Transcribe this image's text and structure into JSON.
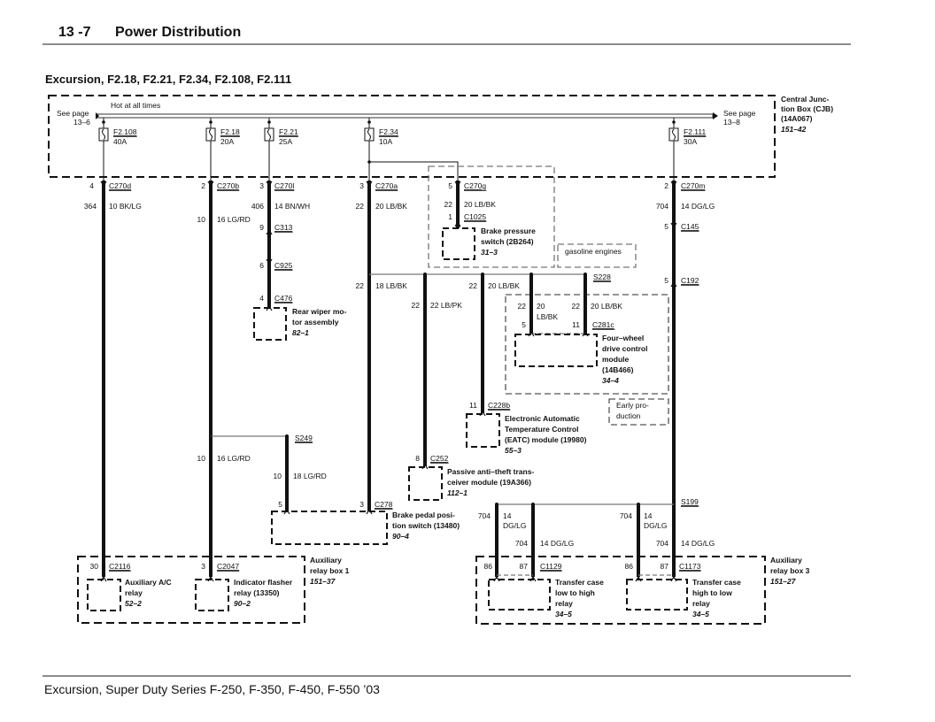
{
  "header": {
    "page_number": "13 -7",
    "title": "Power Distribution"
  },
  "subtitle": "Excursion, F2.18, F2.21, F2.34, F2.108, F2.111",
  "footer": "Excursion, Super Duty Series F-250, F-350, F-450, F-550 ’03",
  "cjb": {
    "bus_label": "Hot at all times",
    "see_left": [
      "See page",
      "13–6"
    ],
    "see_right": [
      "See page",
      "13–8"
    ],
    "name": [
      "Central Junc-",
      "tion Box (CJB)",
      "(14A067)"
    ],
    "ref": "151–42"
  },
  "fuses": [
    {
      "id": "F2.108",
      "rating": "40A"
    },
    {
      "id": "F2.18",
      "rating": "20A"
    },
    {
      "id": "F2.21",
      "rating": "25A"
    },
    {
      "id": "F2.34",
      "rating": "10A"
    },
    {
      "id": "F2.111",
      "rating": "30A"
    }
  ],
  "connectors": {
    "c270d": {
      "pin": "4",
      "name": "C270d"
    },
    "c270b": {
      "pin": "2",
      "name": "C270b"
    },
    "c270l": {
      "pin": "3",
      "name": "C270l"
    },
    "c270a": {
      "pin": "3",
      "name": "C270a"
    },
    "c270g": {
      "pin": "5",
      "name": "C270g"
    },
    "c270m": {
      "pin": "2",
      "name": "C270m"
    },
    "c1025": {
      "pin": "1",
      "name": "C1025"
    },
    "c313": {
      "pin": "9",
      "name": "C313"
    },
    "c925": {
      "pin": "6",
      "name": "C925"
    },
    "c476": {
      "pin": "4",
      "name": "C476"
    },
    "c145": {
      "pin": "5",
      "name": "C145"
    },
    "c192": {
      "pin": "5",
      "name": "C192"
    },
    "c281c": {
      "pin_a": "5",
      "pin_b": "11",
      "name": "C281c"
    },
    "c228b": {
      "pin": "11",
      "name": "C228b"
    },
    "c252": {
      "pin": "8",
      "name": "C252"
    },
    "c278": {
      "pin_a": "5",
      "pin_b": "3",
      "name": "C278"
    },
    "c2116": {
      "pin": "30",
      "name": "C2116"
    },
    "c2047": {
      "pin": "3",
      "name": "C2047"
    },
    "c1129": {
      "pin_a": "86",
      "pin_b": "87",
      "name": "C1129"
    },
    "c1173": {
      "pin_a": "86",
      "pin_b": "87",
      "name": "C1173"
    }
  },
  "splices": {
    "s228": "S228",
    "s249": "S249",
    "s199": "S199"
  },
  "wires": {
    "w_f2108": {
      "circuit": "364",
      "spec": "10 BK/LG"
    },
    "w_f218": {
      "circuit": "10",
      "spec": "16  LG/RD"
    },
    "w_f221": {
      "circuit": "406",
      "spec": "14 BN/WH"
    },
    "w_f234": {
      "circuit": "22",
      "spec": "20 LB/BK"
    },
    "w_brake_press": {
      "circuit": "22",
      "spec": "20 LB/BK"
    },
    "w_f2111": {
      "circuit": "704",
      "spec": "14 DG/LG"
    },
    "w_bpp": {
      "circuit": "22",
      "spec": "18 LB/BK"
    },
    "w_pats": {
      "circuit": "22",
      "spec": "22 LB/PK"
    },
    "w_eatc": {
      "circuit": "22",
      "spec": "20 LB/BK"
    },
    "w_4wd_a": {
      "circuit": "22",
      "spec": [
        "20",
        "LB/BK"
      ]
    },
    "w_4wd_b": {
      "circuit": "22",
      "spec": "20 LB/BK"
    },
    "w_f218_low": {
      "circuit": "10",
      "spec": "16  LG/RD"
    },
    "w_s249": {
      "circuit": "10",
      "spec": "18 LG/RD"
    },
    "w_tc1_a": {
      "circuit": "704",
      "spec": [
        "14",
        "DG/LG"
      ]
    },
    "w_tc1_b": {
      "circuit": "704",
      "spec": "14 DG/LG"
    },
    "w_tc2_a": {
      "circuit": "704",
      "spec": [
        "14",
        "DG/LG"
      ]
    },
    "w_tc2_b": {
      "circuit": "704",
      "spec": "14 DG/LG"
    }
  },
  "components": {
    "brake_pressure": {
      "name": [
        "Brake pressure",
        "switch (2B264)"
      ],
      "ref": "31–3"
    },
    "gasoline_note": "gasoline engines",
    "rear_wiper": {
      "name": [
        "Rear wiper mo-",
        "tor assembly"
      ],
      "ref": "82–1"
    },
    "four_wd": {
      "name": [
        "Four–wheel",
        "drive control",
        "module",
        "(14B466)"
      ],
      "ref": "34–4"
    },
    "early_note": [
      "Early pro-",
      "duction"
    ],
    "eatc": {
      "name": [
        "Electronic Automatic",
        "Temperature Control",
        "(EATC) module (19980)"
      ],
      "ref": "55–3"
    },
    "pats": {
      "name": [
        "Passive anti–theft trans-",
        "ceiver module (19A366)"
      ],
      "ref": "112–1"
    },
    "bpp": {
      "name": [
        "Brake pedal posi-",
        "tion switch (13480)"
      ],
      "ref": "90–4"
    },
    "aux_box1": {
      "name": [
        "Auxiliary",
        "relay box 1"
      ],
      "ref": "151–37"
    },
    "aux_ac": {
      "name": [
        "Auxiliary A/C",
        "relay"
      ],
      "ref": "52–2"
    },
    "flasher": {
      "name": [
        "Indicator flasher",
        "relay (13350)"
      ],
      "ref": "90–2"
    },
    "aux_box3": {
      "name": [
        "Auxiliary",
        "relay box 3"
      ],
      "ref": "151–27"
    },
    "tc_low_high": {
      "name": [
        "Transfer case",
        "low to high",
        "relay"
      ],
      "ref": "34–5"
    },
    "tc_high_low": {
      "name": [
        "Transfer case",
        "high to low",
        "relay"
      ],
      "ref": "34–5"
    }
  }
}
